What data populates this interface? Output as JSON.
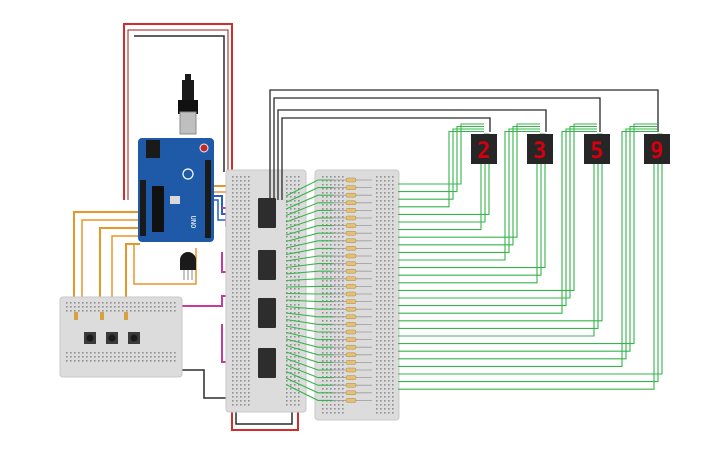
{
  "circuit": {
    "arduino": {
      "brand_text": "UNO",
      "color": "#1e5aa8"
    },
    "displays": [
      {
        "digit": "2",
        "color": "#d4000f"
      },
      {
        "digit": "3",
        "color": "#d4000f"
      },
      {
        "digit": "5",
        "color": "#d4000f"
      },
      {
        "digit": "9",
        "color": "#d4000f"
      }
    ],
    "wire_colors": {
      "power": "#d62b2b",
      "ground": "#2b2b2b",
      "signal_orange": "#e8962a",
      "signal_magenta": "#c93aa0",
      "signal_blue": "#2a5fc9",
      "segment_green": "#36b54a"
    },
    "buttons": {
      "count": 3
    },
    "shift_registers": {
      "count": 4
    },
    "icons": [
      "usb-plug-icon",
      "reset-button-icon",
      "transistor-icon"
    ]
  }
}
